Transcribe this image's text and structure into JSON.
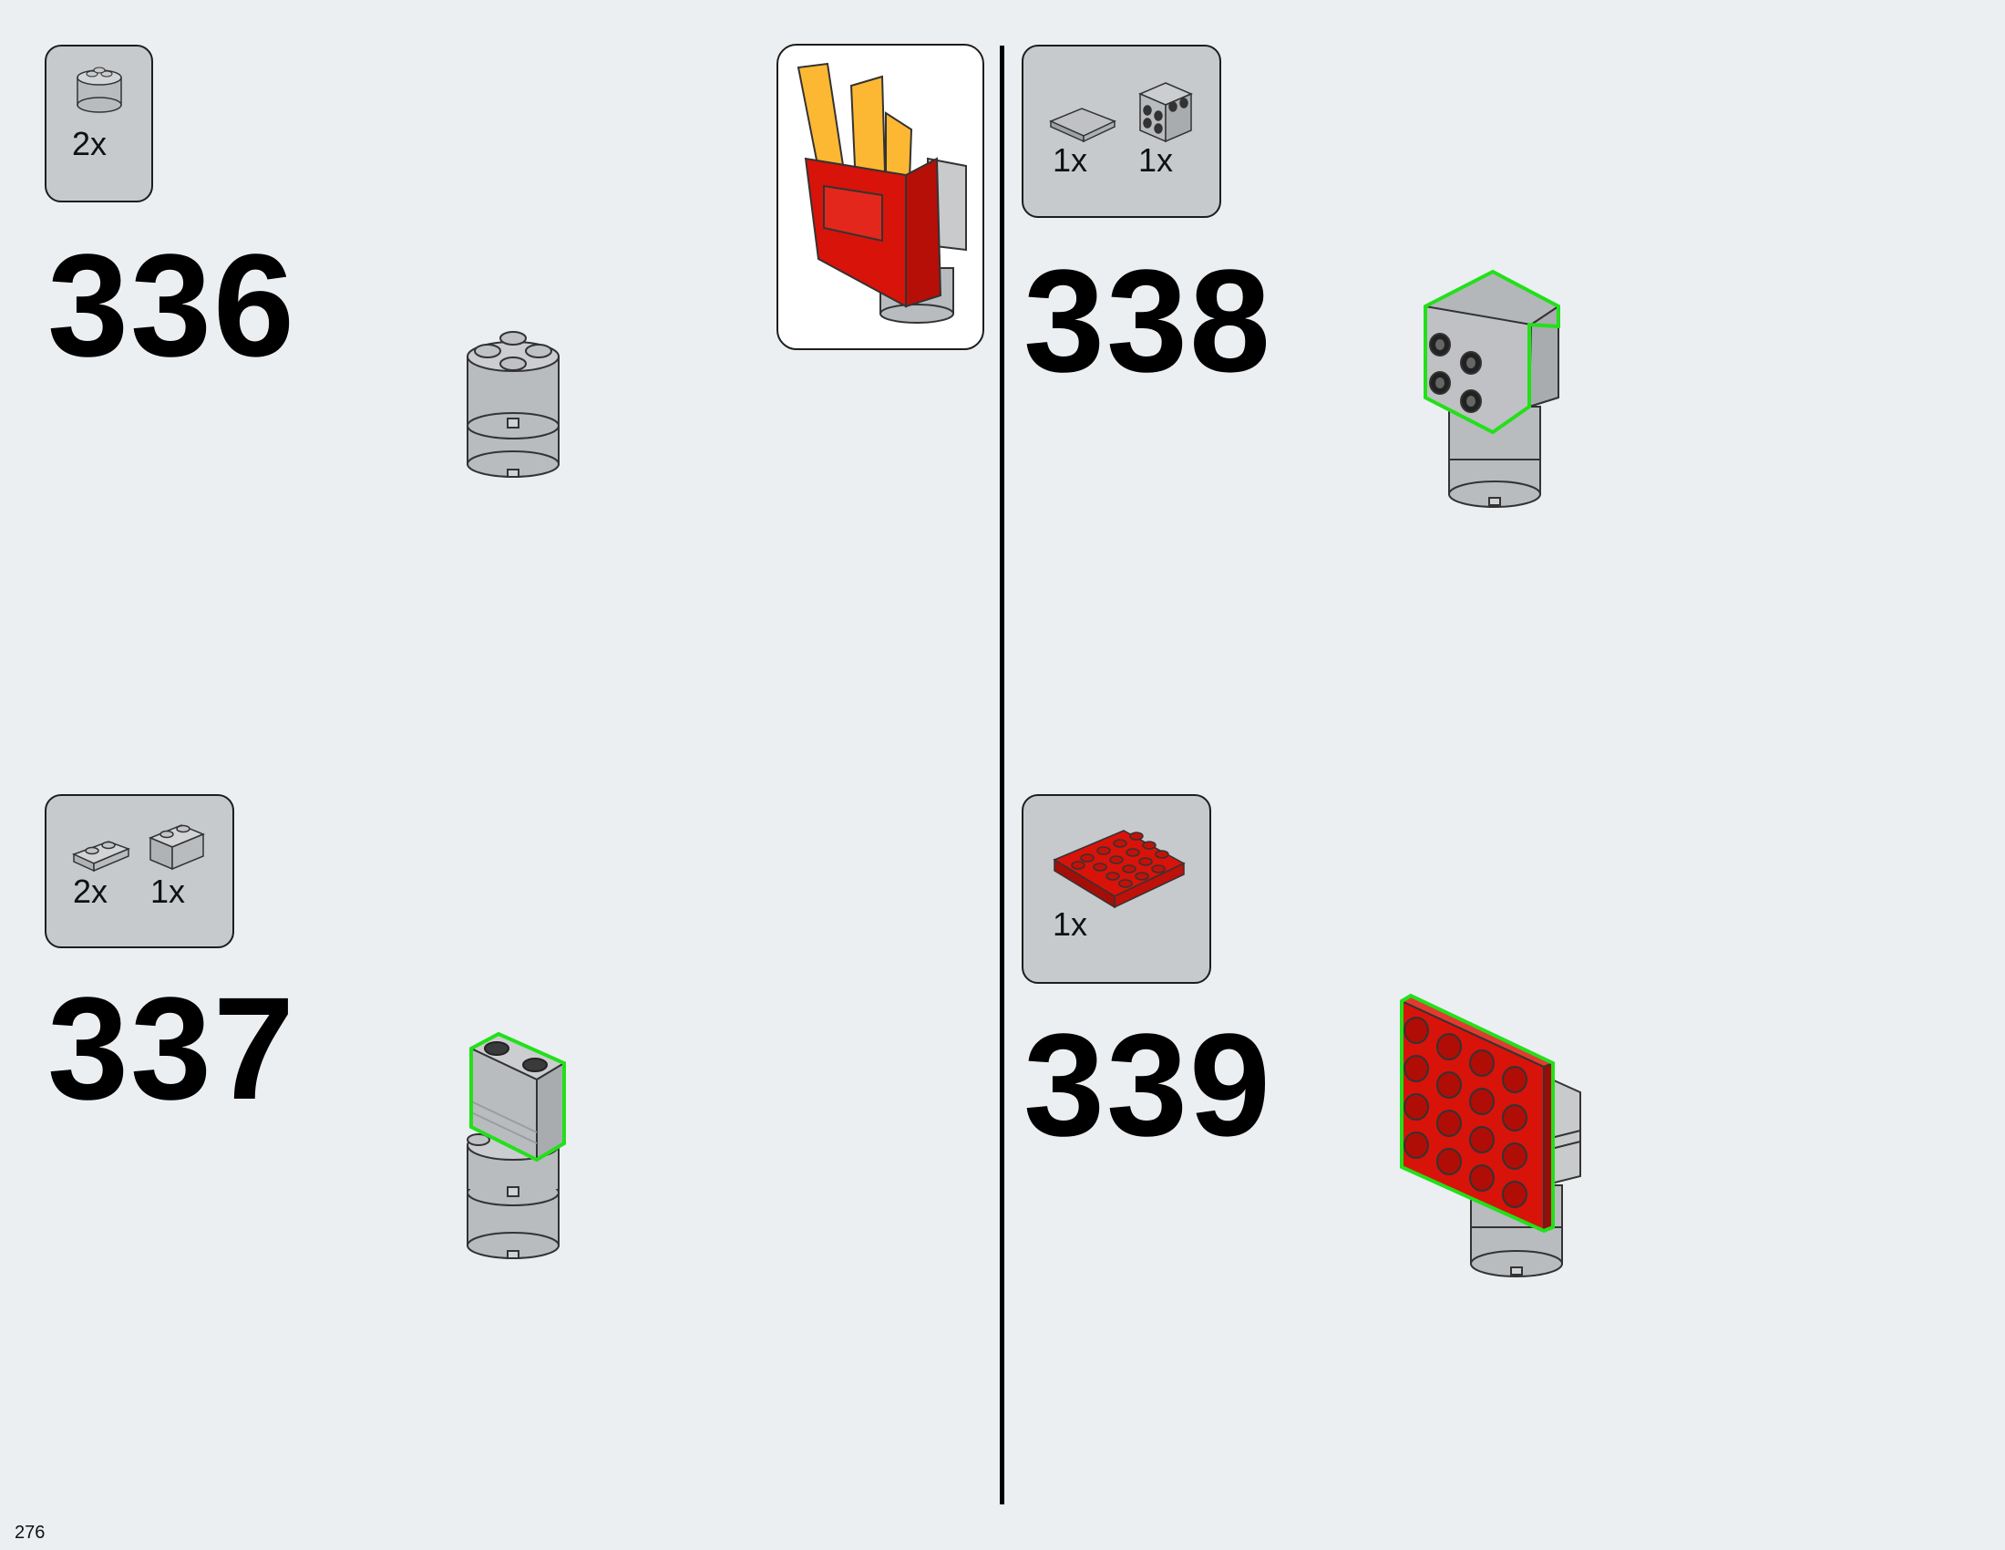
{
  "page": {
    "number": "276"
  },
  "steps": [
    {
      "number": "336",
      "parts": [
        {
          "qty": "2x",
          "icon": "round-brick-2x2-icon"
        }
      ]
    },
    {
      "number": "337",
      "parts": [
        {
          "qty": "2x",
          "icon": "plate-1x2-icon"
        },
        {
          "qty": "1x",
          "icon": "brick-1x2-icon"
        }
      ]
    },
    {
      "number": "338",
      "parts": [
        {
          "qty": "1x",
          "icon": "tile-2x2-icon"
        },
        {
          "qty": "1x",
          "icon": "bracket-brick-2x2-icon"
        }
      ]
    },
    {
      "number": "339",
      "parts": [
        {
          "qty": "1x",
          "icon": "red-plate-4x4-icon"
        }
      ]
    }
  ],
  "colors": {
    "background": "#ebeff2",
    "callout": "#c6cacd",
    "brick_gray": "#b9bcbf",
    "brick_red": "#d8130a",
    "fries_yellow": "#fdb833",
    "highlight": "#22e01a"
  }
}
